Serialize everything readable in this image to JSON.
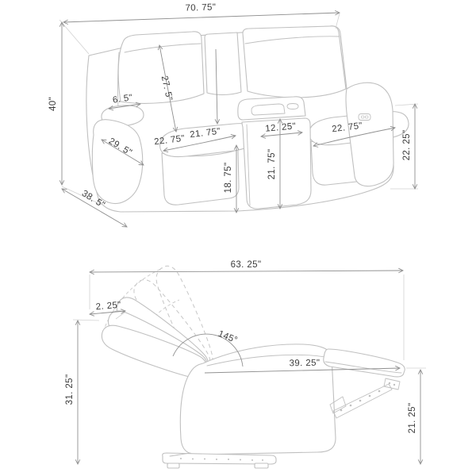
{
  "diagram": {
    "background_color": "#ffffff",
    "artwork_line_color": "#c0c0c0",
    "dimension_line_color": "#909090",
    "label_text_color": "#3c3c3c"
  },
  "loveseat_view": {
    "labels": {
      "overall_width": "70. 75\"",
      "overall_height": "40\"",
      "overall_depth": "38. 5\"",
      "back_cushion_height": "27. 5\"",
      "arm_top_width": "6. 5\"",
      "arm_outside_height": "29. 5\"",
      "left_seat_width": "22. 75\"",
      "seat_depth": "21. 75\"",
      "console_width": "12. 25\"",
      "console_height": "21. 75\"",
      "seat_height": "18. 75\"",
      "right_seat_width": "22. 75\"",
      "arm_front_height": "22. 25\""
    }
  },
  "recliner_view": {
    "labels": {
      "reclined_overall_length": "63. 25\"",
      "wall_clearance": "2. 25\"",
      "recline_angle": "145°",
      "footrest_extension_length": "39. 25\"",
      "reclined_back_height": "31. 25\"",
      "footrest_floor_height": "21. 25\""
    }
  }
}
